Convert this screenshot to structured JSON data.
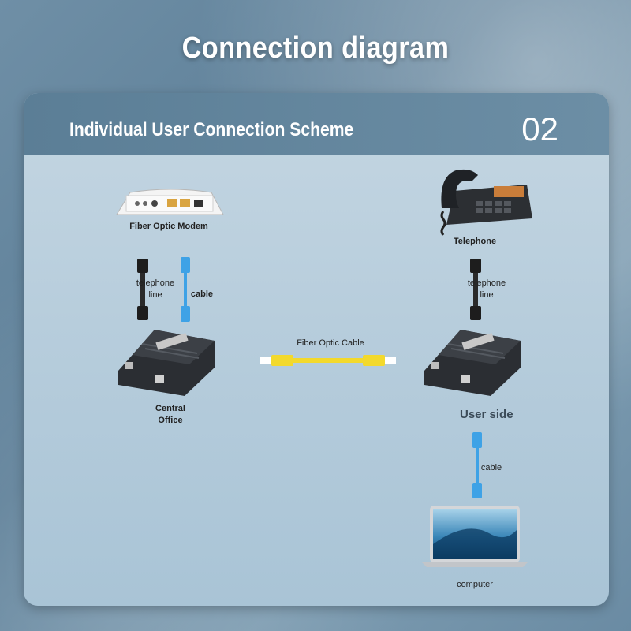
{
  "title": "Connection diagram",
  "panel": {
    "subtitle": "Individual User Connection Scheme",
    "number": "02"
  },
  "labels": {
    "modem": "Fiber Optic Modem",
    "telephone": "Telephone",
    "telephone_line_left": "telephone line",
    "cable_left": "cable",
    "telephone_line_right": "telephone line",
    "fiber_cable": "Fiber Optic Cable",
    "central_office": "Central Office",
    "user_side": "User side",
    "cable_bottom": "cable",
    "computer": "computer"
  },
  "colors": {
    "header": "#5b7e96",
    "fiber": "#f3d92c",
    "ethernet": "#3ea2e6",
    "device": "#2b2e33"
  }
}
